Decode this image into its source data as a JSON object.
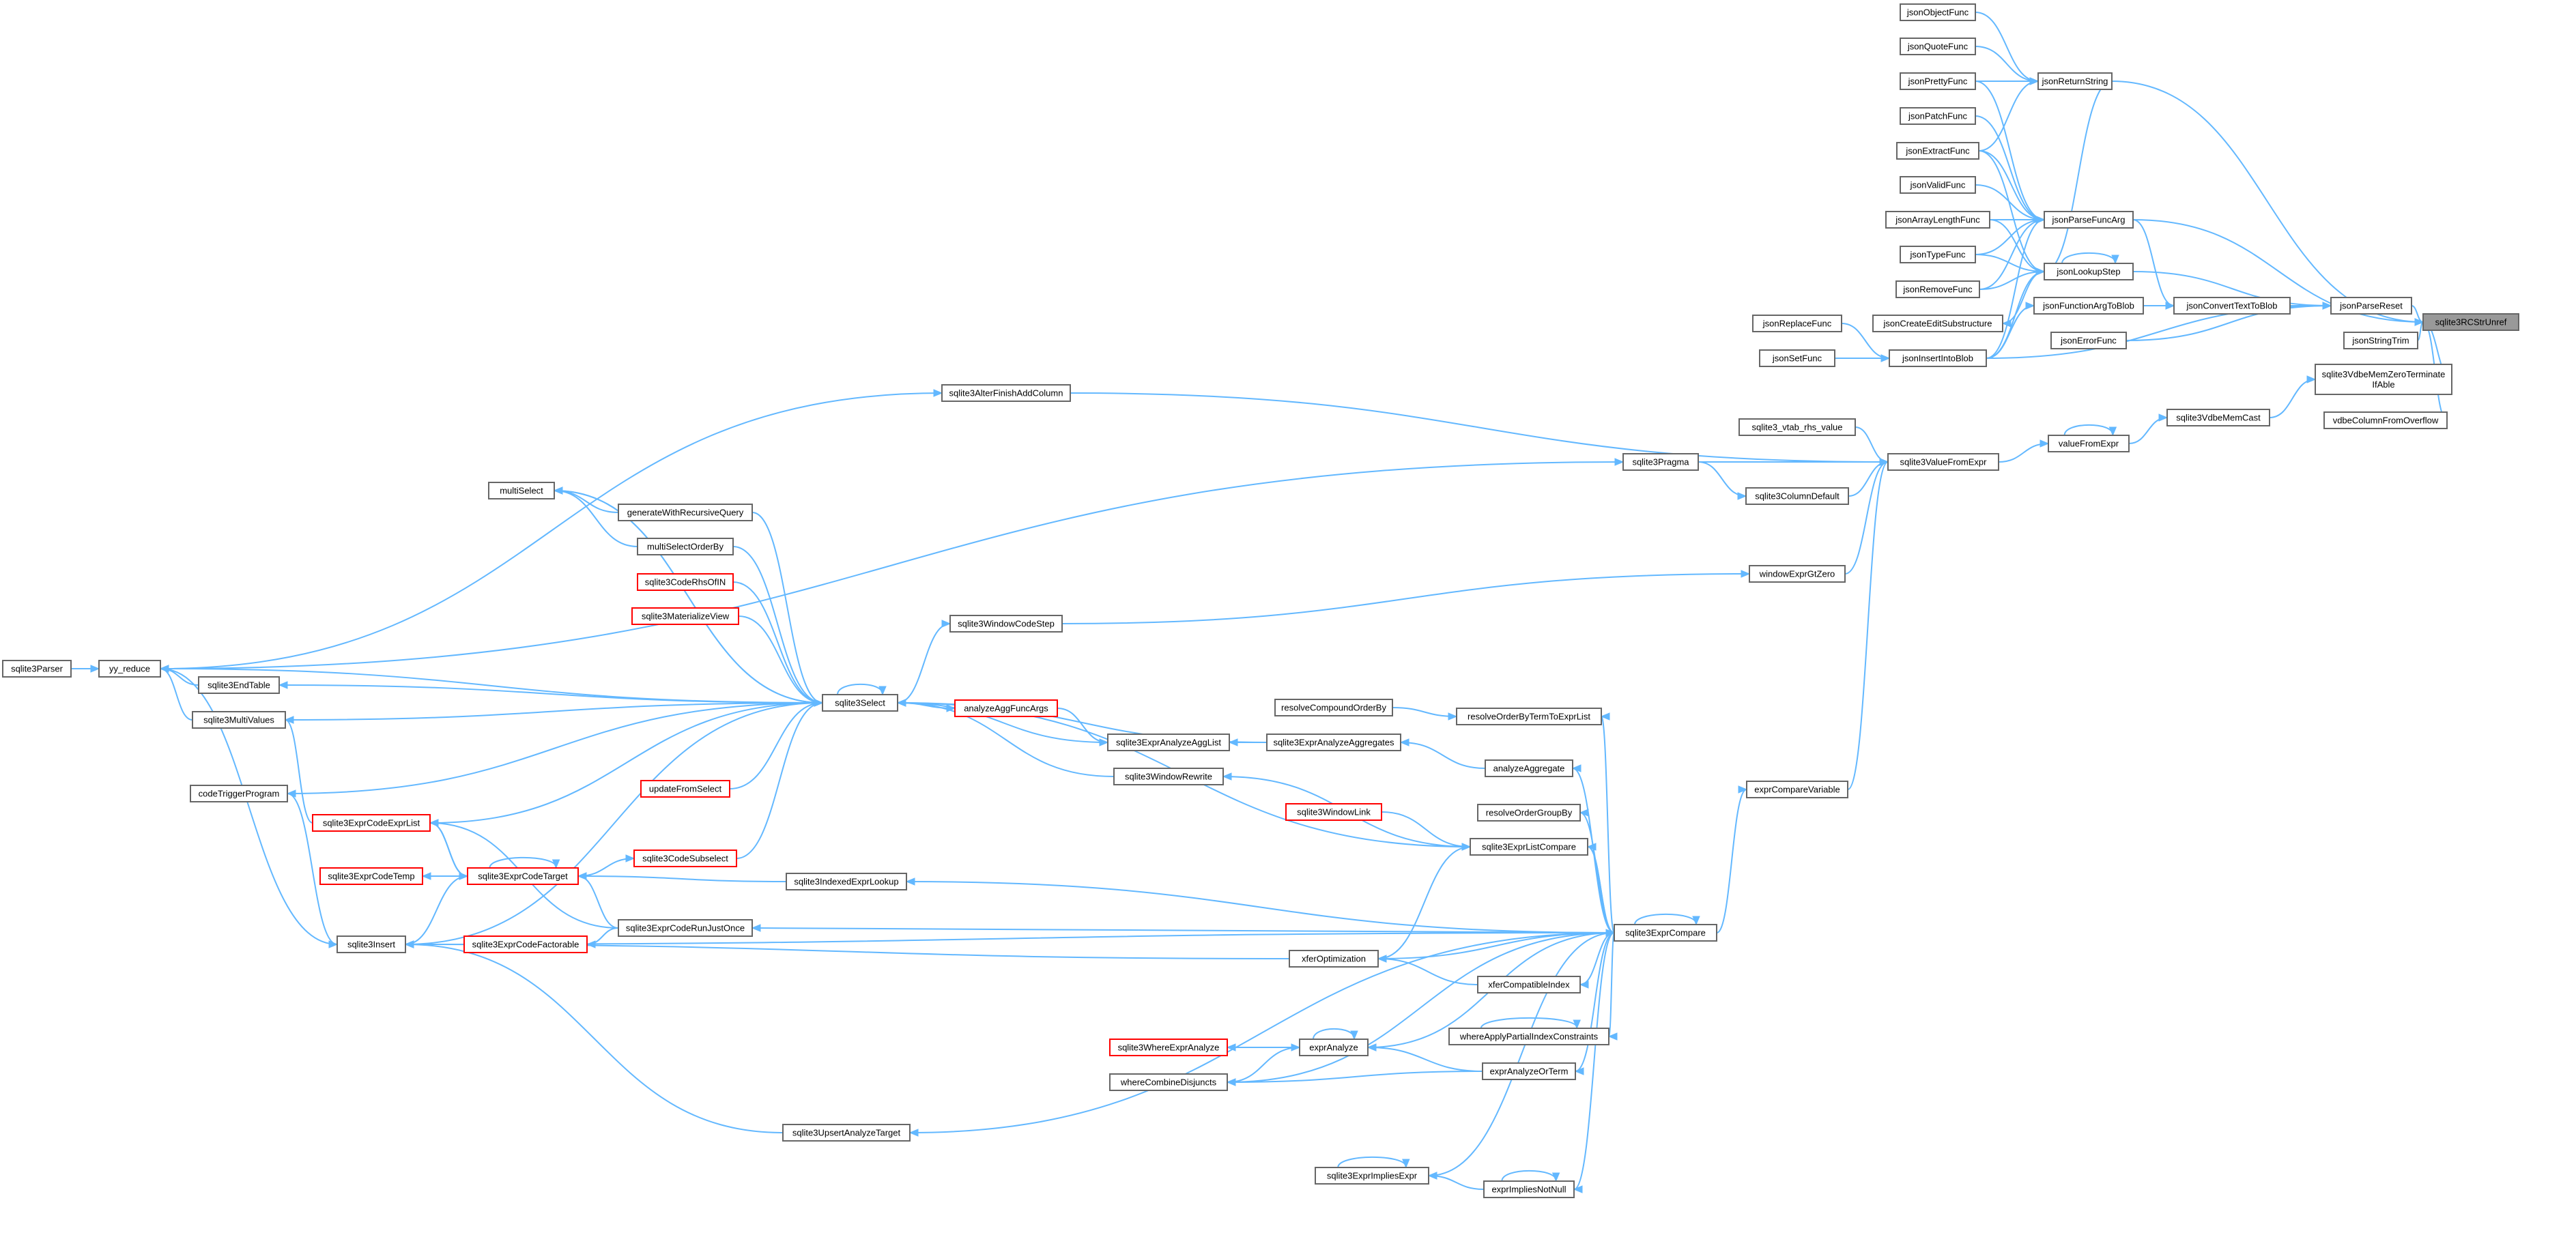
{
  "graph": {
    "type": "call-graph",
    "edge_color": "#63b8ff",
    "node_border_color": "#666666",
    "red_border_color": "#ff0000",
    "root_fill_color": "#999999",
    "nodes": [
      {
        "id": "sqlite3RCStrUnref",
        "label": "sqlite3RCStrUnref",
        "style": "root"
      },
      {
        "id": "jsonReturnString",
        "label": "jsonReturnString"
      },
      {
        "id": "jsonParseFuncArg",
        "label": "jsonParseFuncArg"
      },
      {
        "id": "jsonParseReset",
        "label": "jsonParseReset"
      },
      {
        "id": "jsonStringTrim",
        "label": "jsonStringTrim"
      },
      {
        "id": "sqlite3VdbeMemZeroTerminateIfAble",
        "label": "sqlite3VdbeMemZeroTerminate\nIfAble"
      },
      {
        "id": "vdbeColumnFromOverflow",
        "label": "vdbeColumnFromOverflow"
      },
      {
        "id": "jsonObjectFunc",
        "label": "jsonObjectFunc"
      },
      {
        "id": "jsonQuoteFunc",
        "label": "jsonQuoteFunc"
      },
      {
        "id": "jsonPrettyFunc",
        "label": "jsonPrettyFunc"
      },
      {
        "id": "jsonPatchFunc",
        "label": "jsonPatchFunc"
      },
      {
        "id": "jsonExtractFunc",
        "label": "jsonExtractFunc"
      },
      {
        "id": "jsonValidFunc",
        "label": "jsonValidFunc"
      },
      {
        "id": "jsonArrayLengthFunc",
        "label": "jsonArrayLengthFunc"
      },
      {
        "id": "jsonTypeFunc",
        "label": "jsonTypeFunc"
      },
      {
        "id": "jsonRemoveFunc",
        "label": "jsonRemoveFunc"
      },
      {
        "id": "jsonCreateEditSubstructure",
        "label": "jsonCreateEditSubstructure"
      },
      {
        "id": "jsonInsertIntoBlob",
        "label": "jsonInsertIntoBlob"
      },
      {
        "id": "jsonReplaceFunc",
        "label": "jsonReplaceFunc"
      },
      {
        "id": "jsonSetFunc",
        "label": "jsonSetFunc"
      },
      {
        "id": "jsonLookupStep",
        "label": "jsonLookupStep"
      },
      {
        "id": "jsonFunctionArgToBlob",
        "label": "jsonFunctionArgToBlob"
      },
      {
        "id": "jsonConvertTextToBlob",
        "label": "jsonConvertTextToBlob"
      },
      {
        "id": "jsonErrorFunc",
        "label": "jsonErrorFunc"
      },
      {
        "id": "sqlite3VdbeMemCast",
        "label": "sqlite3VdbeMemCast"
      },
      {
        "id": "valueFromExpr",
        "label": "valueFromExpr"
      },
      {
        "id": "sqlite3ValueFromExpr",
        "label": "sqlite3ValueFromExpr"
      },
      {
        "id": "sqlite3AlterFinishAddColumn",
        "label": "sqlite3AlterFinishAddColumn"
      },
      {
        "id": "sqlite3_vtab_rhs_value",
        "label": "sqlite3_vtab_rhs_value"
      },
      {
        "id": "sqlite3Pragma",
        "label": "sqlite3Pragma"
      },
      {
        "id": "sqlite3ColumnDefault",
        "label": "sqlite3ColumnDefault"
      },
      {
        "id": "windowExprGtZero",
        "label": "windowExprGtZero"
      },
      {
        "id": "sqlite3WindowCodeStep",
        "label": "sqlite3WindowCodeStep"
      },
      {
        "id": "exprCompareVariable",
        "label": "exprCompareVariable"
      },
      {
        "id": "sqlite3ExprCompare",
        "label": "sqlite3ExprCompare"
      },
      {
        "id": "sqlite3Parser",
        "label": "sqlite3Parser"
      },
      {
        "id": "yy_reduce",
        "label": "yy_reduce"
      },
      {
        "id": "sqlite3EndTable",
        "label": "sqlite3EndTable"
      },
      {
        "id": "sqlite3MultiValues",
        "label": "sqlite3MultiValues"
      },
      {
        "id": "codeTriggerProgram",
        "label": "codeTriggerProgram"
      },
      {
        "id": "sqlite3Insert",
        "label": "sqlite3Insert"
      },
      {
        "id": "multiSelect",
        "label": "multiSelect"
      },
      {
        "id": "generateWithRecursiveQuery",
        "label": "generateWithRecursiveQuery"
      },
      {
        "id": "multiSelectOrderBy",
        "label": "multiSelectOrderBy"
      },
      {
        "id": "sqlite3CodeRhsOfIN",
        "label": "sqlite3CodeRhsOfIN",
        "style": "red"
      },
      {
        "id": "sqlite3MaterializeView",
        "label": "sqlite3MaterializeView",
        "style": "red"
      },
      {
        "id": "sqlite3Select",
        "label": "sqlite3Select"
      },
      {
        "id": "updateFromSelect",
        "label": "updateFromSelect",
        "style": "red"
      },
      {
        "id": "sqlite3CodeSubselect",
        "label": "sqlite3CodeSubselect",
        "style": "red"
      },
      {
        "id": "sqlite3ExprCodeExprList",
        "label": "sqlite3ExprCodeExprList",
        "style": "red"
      },
      {
        "id": "sqlite3ExprCodeTarget",
        "label": "sqlite3ExprCodeTarget",
        "style": "red"
      },
      {
        "id": "sqlite3ExprCodeTemp",
        "label": "sqlite3ExprCodeTemp",
        "style": "red"
      },
      {
        "id": "sqlite3ExprCodeFactorable",
        "label": "sqlite3ExprCodeFactorable",
        "style": "red"
      },
      {
        "id": "sqlite3ExprCodeRunJustOnce",
        "label": "sqlite3ExprCodeRunJustOnce"
      },
      {
        "id": "sqlite3IndexedExprLookup",
        "label": "sqlite3IndexedExprLookup"
      },
      {
        "id": "analyzeAggFuncArgs",
        "label": "analyzeAggFuncArgs",
        "style": "red"
      },
      {
        "id": "sqlite3ExprAnalyzeAggList",
        "label": "sqlite3ExprAnalyzeAggList"
      },
      {
        "id": "sqlite3ExprAnalyzeAggregates",
        "label": "sqlite3ExprAnalyzeAggregates"
      },
      {
        "id": "resolveCompoundOrderBy",
        "label": "resolveCompoundOrderBy"
      },
      {
        "id": "resolveOrderByTermToExprList",
        "label": "resolveOrderByTermToExprList"
      },
      {
        "id": "analyzeAggregate",
        "label": "analyzeAggregate"
      },
      {
        "id": "sqlite3WindowRewrite",
        "label": "sqlite3WindowRewrite"
      },
      {
        "id": "resolveOrderGroupBy",
        "label": "resolveOrderGroupBy"
      },
      {
        "id": "sqlite3WindowLink",
        "label": "sqlite3WindowLink",
        "style": "red"
      },
      {
        "id": "sqlite3ExprListCompare",
        "label": "sqlite3ExprListCompare"
      },
      {
        "id": "xferOptimization",
        "label": "xferOptimization"
      },
      {
        "id": "xferCompatibleIndex",
        "label": "xferCompatibleIndex"
      },
      {
        "id": "whereApplyPartialIndexConstraints",
        "label": "whereApplyPartialIndexConstraints"
      },
      {
        "id": "sqlite3WhereExprAnalyze",
        "label": "sqlite3WhereExprAnalyze",
        "style": "red"
      },
      {
        "id": "exprAnalyze",
        "label": "exprAnalyze"
      },
      {
        "id": "exprAnalyzeOrTerm",
        "label": "exprAnalyzeOrTerm"
      },
      {
        "id": "whereCombineDisjuncts",
        "label": "whereCombineDisjuncts"
      },
      {
        "id": "sqlite3UpsertAnalyzeTarget",
        "label": "sqlite3UpsertAnalyzeTarget"
      },
      {
        "id": "sqlite3ExprImpliesExpr",
        "label": "sqlite3ExprImpliesExpr"
      },
      {
        "id": "exprImpliesNotNull",
        "label": "exprImpliesNotNull"
      }
    ]
  }
}
